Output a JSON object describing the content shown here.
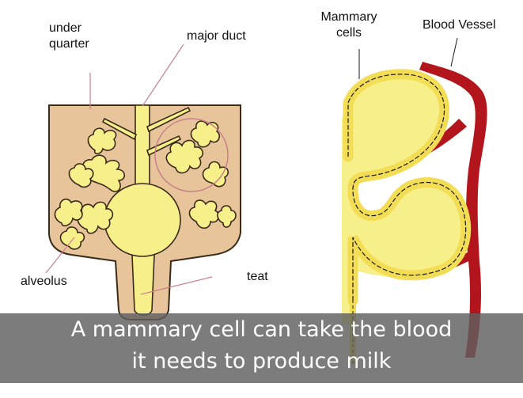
{
  "labels": {
    "under_quarter": [
      "under",
      "quarter"
    ],
    "major_duct": "major duct",
    "mammary_cells": [
      "Mammary",
      "cells"
    ],
    "blood_vessel": "Blood Vessel",
    "alveolus": "alveolus",
    "teat": "teat"
  },
  "caption": {
    "line1": "A mammary cell can take the blood",
    "line2": "it needs to produce milk"
  },
  "colors": {
    "udder_fill": "#e8c49a",
    "udder_outline": "#3a2a1a",
    "milk_yellow": "#f7f08a",
    "vessel_red": "#b3151c",
    "leader_pink": "#c9808a",
    "caption_band": "#5f5f5f",
    "caption_text": "#ffffff"
  }
}
